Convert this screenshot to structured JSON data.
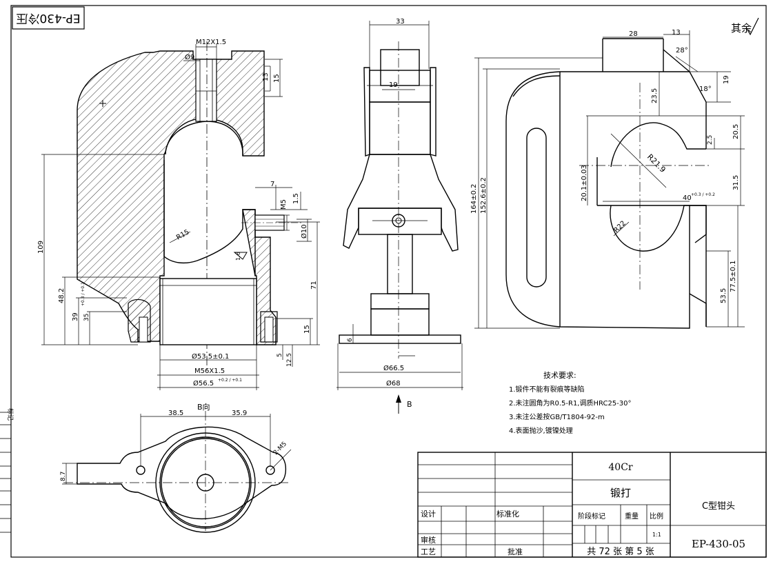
{
  "header": {
    "stamp": "EP-430冷压",
    "surface_note": "其余"
  },
  "front_view": {
    "thread_top": "M12X1.5",
    "dia_9": "Ø9",
    "dim_13": "13",
    "dim_15": "15",
    "dim_7": "7",
    "dim_1_5": "1.5",
    "thread_m5": "M5",
    "dia_10": "Ø10",
    "radius_15": "R15",
    "dim_109": "109",
    "dim_48_2": "48.2",
    "dim_39": "39",
    "dim_35": "35",
    "dim_35_tol": "+0.3 / +0.1",
    "dim_71": "71",
    "dim_15b": "15",
    "dim_5": "5",
    "dim_12_5": "12.5",
    "dia_53_5": "Ø53.5±0.1",
    "thread_m56": "M56X1.5",
    "dia_56_5": "Ø56.5",
    "dia_56_5_tol": "+0.2 / +0.1",
    "roughness": "1.6"
  },
  "side_view": {
    "dim_33": "33",
    "dim_19": "19",
    "dim_6": "6",
    "dia_66_5": "Ø66.5",
    "dia_68": "Ø68",
    "view_b": "B"
  },
  "right_view": {
    "dim_28": "28",
    "dim_13": "13",
    "angle_28": "28°",
    "angle_18": "18°",
    "dim_19": "19",
    "dim_23_5": "23.5",
    "dim_20_5": "20.5",
    "dim_2_5": "2.5",
    "dim_164": "164±0.2",
    "dim_152_6": "152.6±0.2",
    "dim_20_1": "20.1±0.03",
    "radius_21_9": "R21.9",
    "dim_40": "40",
    "dim_40_tol": "+0.3 / +0.2",
    "dim_31_5": "31.5",
    "radius_22": "R22",
    "dim_77_5": "77.5±0.1",
    "dim_53_5": "53.5"
  },
  "bottom_view": {
    "title": "B向",
    "dim_38_5": "38.5",
    "dim_35_9": "35.9",
    "hole_note": "2-M5",
    "dim_8_7": "8.7"
  },
  "tech_requirements": {
    "heading": "技术要求:",
    "items": [
      "1.锻件不能有裂痕等缺陷",
      "2.未注圆角为R0.5-R1,调质HRC25-30°",
      "3.未注公差按GB/T1804-92-m",
      "4.表面抛沙,镀镍处理"
    ]
  },
  "title_block": {
    "material": "40Cr",
    "process": "锻打",
    "design": "设计",
    "standard": "标准化",
    "stage_mark": "阶段标记",
    "weight": "重量",
    "scale_label": "比例",
    "scale": "1:1",
    "review": "审核",
    "craft": "工艺",
    "approve": "批准",
    "sheets": "共 72 张 第 5 张",
    "part_name": "C型钳头",
    "drawing_no": "EP-430-05"
  },
  "side_margin": {
    "label": "标记"
  }
}
